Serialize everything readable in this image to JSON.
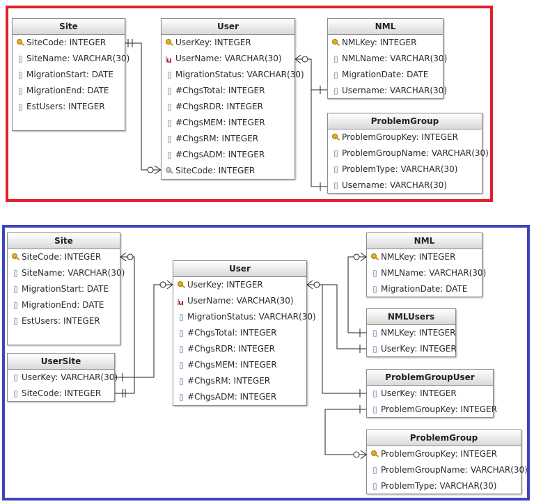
{
  "diagrams": {
    "top": {
      "entities": {
        "site": {
          "title": "Site",
          "rows": [
            {
              "text": "SiteCode: INTEGER",
              "icon": "key-icon"
            },
            {
              "text": "SiteName: VARCHAR(30)",
              "icon": "column-icon"
            },
            {
              "text": "MigrationStart: DATE",
              "icon": "column-icon"
            },
            {
              "text": "MigrationEnd: DATE",
              "icon": "column-icon"
            },
            {
              "text": "EstUsers: INTEGER",
              "icon": "column-icon"
            }
          ]
        },
        "user": {
          "title": "User",
          "rows": [
            {
              "text": "UserKey: INTEGER",
              "icon": "key-icon"
            },
            {
              "text": "UserName: VARCHAR(30)",
              "icon": "unique-key-icon"
            },
            {
              "text": "MigrationStatus: VARCHAR(30)",
              "icon": "column-icon"
            },
            {
              "text": "#ChgsTotal: INTEGER",
              "icon": "column-icon"
            },
            {
              "text": "#ChgsRDR: INTEGER",
              "icon": "column-icon"
            },
            {
              "text": "#ChgsMEM: INTEGER",
              "icon": "column-icon"
            },
            {
              "text": "#ChgsRM: INTEGER",
              "icon": "column-icon"
            },
            {
              "text": "#ChgsADM: INTEGER",
              "icon": "column-icon"
            },
            {
              "text": "SiteCode: INTEGER",
              "icon": "foreign-key-icon"
            }
          ]
        },
        "nml": {
          "title": "NML",
          "rows": [
            {
              "text": "NMLKey: INTEGER",
              "icon": "key-icon"
            },
            {
              "text": "NMLName: VARCHAR(30)",
              "icon": "column-icon"
            },
            {
              "text": "MigrationDate: DATE",
              "icon": "column-icon"
            },
            {
              "text": "Username: VARCHAR(30)",
              "icon": "column-icon"
            }
          ]
        },
        "problemgroup": {
          "title": "ProblemGroup",
          "rows": [
            {
              "text": "ProblemGroupKey: INTEGER",
              "icon": "key-icon"
            },
            {
              "text": "ProblemGroupName: VARCHAR(30)",
              "icon": "column-icon"
            },
            {
              "text": "ProblemType: VARCHAR(30)",
              "icon": "column-icon"
            },
            {
              "text": "Username: VARCHAR(30)",
              "icon": "column-icon"
            }
          ]
        }
      }
    },
    "bottom": {
      "entities": {
        "site": {
          "title": "Site",
          "rows": [
            {
              "text": "SiteCode: INTEGER",
              "icon": "key-icon"
            },
            {
              "text": "SiteName: VARCHAR(30)",
              "icon": "column-icon"
            },
            {
              "text": "MigrationStart: DATE",
              "icon": "column-icon"
            },
            {
              "text": "MigrationEnd: DATE",
              "icon": "column-icon"
            },
            {
              "text": "EstUsers: INTEGER",
              "icon": "column-icon"
            }
          ]
        },
        "usersite": {
          "title": "UserSite",
          "rows": [
            {
              "text": "UserKey: VARCHAR(30)",
              "icon": "column-icon"
            },
            {
              "text": "SiteCode: INTEGER",
              "icon": "column-icon"
            }
          ]
        },
        "user": {
          "title": "User",
          "rows": [
            {
              "text": "UserKey: INTEGER",
              "icon": "key-icon"
            },
            {
              "text": "UserName: VARCHAR(30)",
              "icon": "unique-key-icon"
            },
            {
              "text": "MigrationStatus: VARCHAR(30)",
              "icon": "column-icon"
            },
            {
              "text": "#ChgsTotal: INTEGER",
              "icon": "column-icon"
            },
            {
              "text": "#ChgsRDR: INTEGER",
              "icon": "column-icon"
            },
            {
              "text": "#ChgsMEM: INTEGER",
              "icon": "column-icon"
            },
            {
              "text": "#ChgsRM: INTEGER",
              "icon": "column-icon"
            },
            {
              "text": "#ChgsADM: INTEGER",
              "icon": "column-icon"
            }
          ]
        },
        "nml": {
          "title": "NML",
          "rows": [
            {
              "text": "NMLKey: INTEGER",
              "icon": "key-icon"
            },
            {
              "text": "NMLName: VARCHAR(30)",
              "icon": "column-icon"
            },
            {
              "text": "MigrationDate: DATE",
              "icon": "column-icon"
            }
          ]
        },
        "nmlusers": {
          "title": "NMLUsers",
          "rows": [
            {
              "text": "NMLKey: INTEGER",
              "icon": "column-icon"
            },
            {
              "text": "UserKey: INTEGER",
              "icon": "column-icon"
            }
          ]
        },
        "problemgroupuser": {
          "title": "ProblemGroupUser",
          "rows": [
            {
              "text": "UserKey: INTEGER",
              "icon": "column-icon"
            },
            {
              "text": "ProblemGroupKey: INTEGER",
              "icon": "column-icon"
            }
          ]
        },
        "problemgroup": {
          "title": "ProblemGroup",
          "rows": [
            {
              "text": "ProblemGroupKey: INTEGER",
              "icon": "key-icon"
            },
            {
              "text": "ProblemGroupName: VARCHAR(30)",
              "icon": "column-icon"
            },
            {
              "text": "ProblemType: VARCHAR(30)",
              "icon": "column-icon"
            }
          ]
        }
      }
    }
  },
  "colors": {
    "top_frame": "#e0202a",
    "bottom_frame": "#3f44bd",
    "entity_header": "#d9d9d9",
    "key_icon": "#e6b020",
    "unique_marker": "#c81818"
  }
}
